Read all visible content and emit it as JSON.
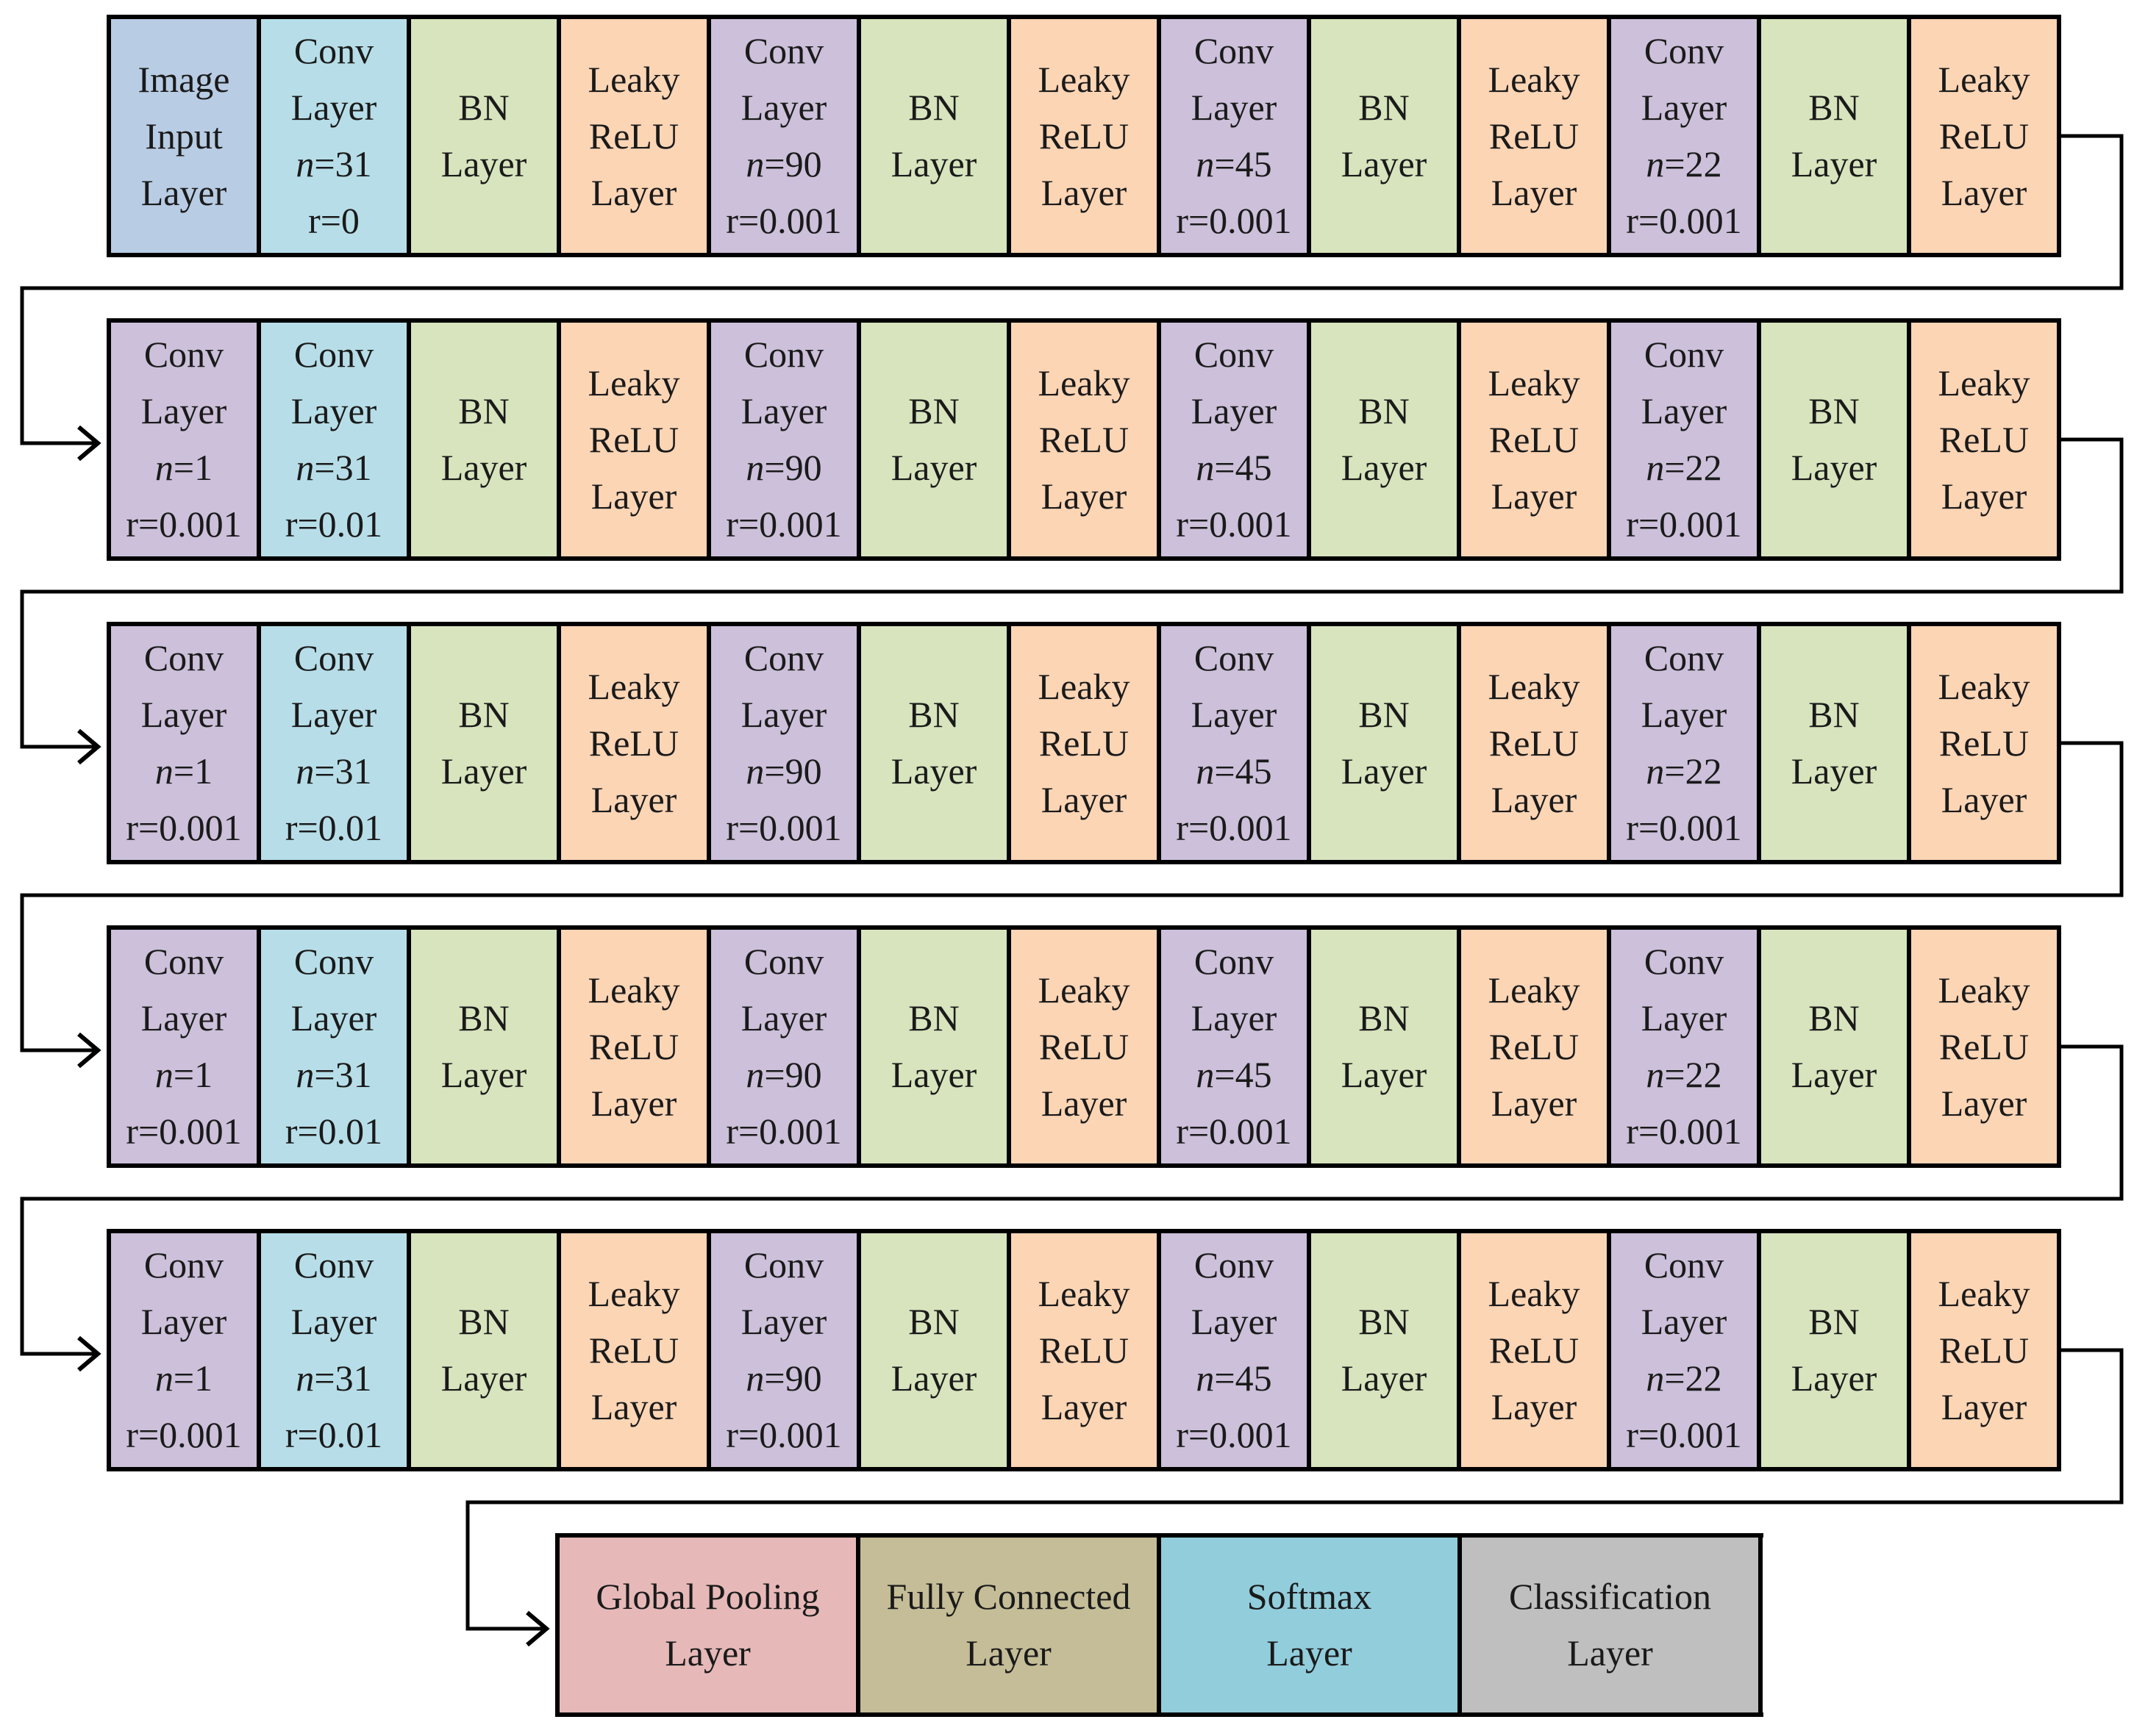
{
  "rows": [
    {
      "cells": [
        {
          "kind": "input",
          "lines": [
            "Image",
            "Input",
            "Layer"
          ]
        },
        {
          "kind": "conv-a",
          "lines": [
            "Conv",
            "Layer"
          ],
          "n": "31",
          "r": "r=0"
        },
        {
          "kind": "bn",
          "lines": [
            "BN",
            "Layer"
          ]
        },
        {
          "kind": "leaky",
          "lines": [
            "Leaky",
            "ReLU",
            "Layer"
          ]
        },
        {
          "kind": "conv-b",
          "lines": [
            "Conv",
            "Layer"
          ],
          "n": "90",
          "r": "r=0.001"
        },
        {
          "kind": "bn",
          "lines": [
            "BN",
            "Layer"
          ]
        },
        {
          "kind": "leaky",
          "lines": [
            "Leaky",
            "ReLU",
            "Layer"
          ]
        },
        {
          "kind": "conv-b",
          "lines": [
            "Conv",
            "Layer"
          ],
          "n": "45",
          "r": "r=0.001"
        },
        {
          "kind": "bn",
          "lines": [
            "BN",
            "Layer"
          ]
        },
        {
          "kind": "leaky",
          "lines": [
            "Leaky",
            "ReLU",
            "Layer"
          ]
        },
        {
          "kind": "conv-b",
          "lines": [
            "Conv",
            "Layer"
          ],
          "n": "22",
          "r": "r=0.001"
        },
        {
          "kind": "bn",
          "lines": [
            "BN",
            "Layer"
          ]
        },
        {
          "kind": "leaky",
          "lines": [
            "Leaky",
            "ReLU",
            "Layer"
          ]
        }
      ]
    },
    {
      "cells": [
        {
          "kind": "conv-b",
          "lines": [
            "Conv",
            "Layer"
          ],
          "n": "1",
          "r": "r=0.001"
        },
        {
          "kind": "conv-a",
          "lines": [
            "Conv",
            "Layer"
          ],
          "n": "31",
          "r": "r=0.01"
        },
        {
          "kind": "bn",
          "lines": [
            "BN",
            "Layer"
          ]
        },
        {
          "kind": "leaky",
          "lines": [
            "Leaky",
            "ReLU",
            "Layer"
          ]
        },
        {
          "kind": "conv-b",
          "lines": [
            "Conv",
            "Layer"
          ],
          "n": "90",
          "r": "r=0.001"
        },
        {
          "kind": "bn",
          "lines": [
            "BN",
            "Layer"
          ]
        },
        {
          "kind": "leaky",
          "lines": [
            "Leaky",
            "ReLU",
            "Layer"
          ]
        },
        {
          "kind": "conv-b",
          "lines": [
            "Conv",
            "Layer"
          ],
          "n": "45",
          "r": "r=0.001"
        },
        {
          "kind": "bn",
          "lines": [
            "BN",
            "Layer"
          ]
        },
        {
          "kind": "leaky",
          "lines": [
            "Leaky",
            "ReLU",
            "Layer"
          ]
        },
        {
          "kind": "conv-b",
          "lines": [
            "Conv",
            "Layer"
          ],
          "n": "22",
          "r": "r=0.001"
        },
        {
          "kind": "bn",
          "lines": [
            "BN",
            "Layer"
          ]
        },
        {
          "kind": "leaky",
          "lines": [
            "Leaky",
            "ReLU",
            "Layer"
          ]
        }
      ]
    },
    {
      "cells": [
        {
          "kind": "conv-b",
          "lines": [
            "Conv",
            "Layer"
          ],
          "n": "1",
          "r": "r=0.001"
        },
        {
          "kind": "conv-a",
          "lines": [
            "Conv",
            "Layer"
          ],
          "n": "31",
          "r": "r=0.01"
        },
        {
          "kind": "bn",
          "lines": [
            "BN",
            "Layer"
          ]
        },
        {
          "kind": "leaky",
          "lines": [
            "Leaky",
            "ReLU",
            "Layer"
          ]
        },
        {
          "kind": "conv-b",
          "lines": [
            "Conv",
            "Layer"
          ],
          "n": "90",
          "r": "r=0.001"
        },
        {
          "kind": "bn",
          "lines": [
            "BN",
            "Layer"
          ]
        },
        {
          "kind": "leaky",
          "lines": [
            "Leaky",
            "ReLU",
            "Layer"
          ]
        },
        {
          "kind": "conv-b",
          "lines": [
            "Conv",
            "Layer"
          ],
          "n": "45",
          "r": "r=0.001"
        },
        {
          "kind": "bn",
          "lines": [
            "BN",
            "Layer"
          ]
        },
        {
          "kind": "leaky",
          "lines": [
            "Leaky",
            "ReLU",
            "Layer"
          ]
        },
        {
          "kind": "conv-b",
          "lines": [
            "Conv",
            "Layer"
          ],
          "n": "22",
          "r": "r=0.001"
        },
        {
          "kind": "bn",
          "lines": [
            "BN",
            "Layer"
          ]
        },
        {
          "kind": "leaky",
          "lines": [
            "Leaky",
            "ReLU",
            "Layer"
          ]
        }
      ]
    },
    {
      "cells": [
        {
          "kind": "conv-b",
          "lines": [
            "Conv",
            "Layer"
          ],
          "n": "1",
          "r": "r=0.001"
        },
        {
          "kind": "conv-a",
          "lines": [
            "Conv",
            "Layer"
          ],
          "n": "31",
          "r": "r=0.01"
        },
        {
          "kind": "bn",
          "lines": [
            "BN",
            "Layer"
          ]
        },
        {
          "kind": "leaky",
          "lines": [
            "Leaky",
            "ReLU",
            "Layer"
          ]
        },
        {
          "kind": "conv-b",
          "lines": [
            "Conv",
            "Layer"
          ],
          "n": "90",
          "r": "r=0.001"
        },
        {
          "kind": "bn",
          "lines": [
            "BN",
            "Layer"
          ]
        },
        {
          "kind": "leaky",
          "lines": [
            "Leaky",
            "ReLU",
            "Layer"
          ]
        },
        {
          "kind": "conv-b",
          "lines": [
            "Conv",
            "Layer"
          ],
          "n": "45",
          "r": "r=0.001"
        },
        {
          "kind": "bn",
          "lines": [
            "BN",
            "Layer"
          ]
        },
        {
          "kind": "leaky",
          "lines": [
            "Leaky",
            "ReLU",
            "Layer"
          ]
        },
        {
          "kind": "conv-b",
          "lines": [
            "Conv",
            "Layer"
          ],
          "n": "22",
          "r": "r=0.001"
        },
        {
          "kind": "bn",
          "lines": [
            "BN",
            "Layer"
          ]
        },
        {
          "kind": "leaky",
          "lines": [
            "Leaky",
            "ReLU",
            "Layer"
          ]
        }
      ]
    },
    {
      "cells": [
        {
          "kind": "conv-b",
          "lines": [
            "Conv",
            "Layer"
          ],
          "n": "1",
          "r": "r=0.001"
        },
        {
          "kind": "conv-a",
          "lines": [
            "Conv",
            "Layer"
          ],
          "n": "31",
          "r": "r=0.01"
        },
        {
          "kind": "bn",
          "lines": [
            "BN",
            "Layer"
          ]
        },
        {
          "kind": "leaky",
          "lines": [
            "Leaky",
            "ReLU",
            "Layer"
          ]
        },
        {
          "kind": "conv-b",
          "lines": [
            "Conv",
            "Layer"
          ],
          "n": "90",
          "r": "r=0.001"
        },
        {
          "kind": "bn",
          "lines": [
            "BN",
            "Layer"
          ]
        },
        {
          "kind": "leaky",
          "lines": [
            "Leaky",
            "ReLU",
            "Layer"
          ]
        },
        {
          "kind": "conv-b",
          "lines": [
            "Conv",
            "Layer"
          ],
          "n": "45",
          "r": "r=0.001"
        },
        {
          "kind": "bn",
          "lines": [
            "BN",
            "Layer"
          ]
        },
        {
          "kind": "leaky",
          "lines": [
            "Leaky",
            "ReLU",
            "Layer"
          ]
        },
        {
          "kind": "conv-b",
          "lines": [
            "Conv",
            "Layer"
          ],
          "n": "22",
          "r": "r=0.001"
        },
        {
          "kind": "bn",
          "lines": [
            "BN",
            "Layer"
          ]
        },
        {
          "kind": "leaky",
          "lines": [
            "Leaky",
            "ReLU",
            "Layer"
          ]
        }
      ]
    }
  ],
  "final_layers": [
    {
      "kind": "pool",
      "lines": [
        "Global Pooling",
        "Layer"
      ],
      "color": "#e6b9b8"
    },
    {
      "kind": "fc",
      "lines": [
        "Fully Connected",
        "Layer"
      ],
      "color": "#c4bd97"
    },
    {
      "kind": "softmax",
      "lines": [
        "Softmax",
        "Layer"
      ],
      "color": "#92cddc"
    },
    {
      "kind": "classification",
      "lines": [
        "Classification",
        "Layer"
      ],
      "color": "#bfbfbf"
    }
  ],
  "n_prefix": "n",
  "n_separator": "=",
  "colors": {
    "input": "#b8cce4",
    "conv-a": "#b7dee8",
    "conv-b": "#ccc0da",
    "bn": "#d7e4bd",
    "leaky": "#fcd5b5",
    "border": "#000000"
  }
}
